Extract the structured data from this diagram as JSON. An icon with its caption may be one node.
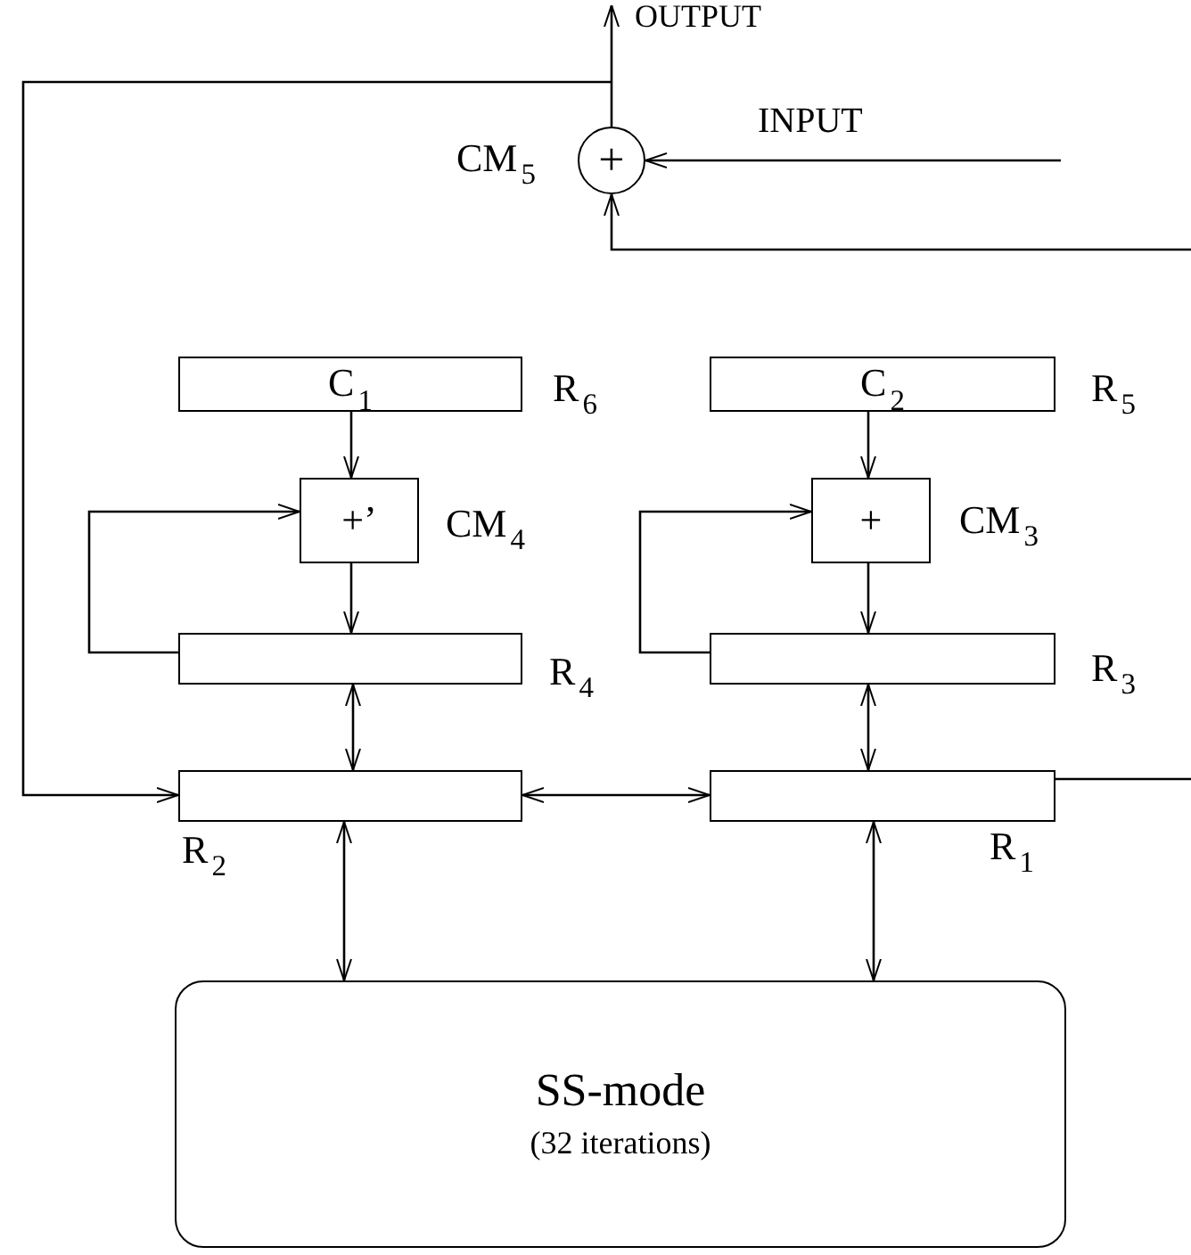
{
  "diagram": {
    "nodes": [
      {
        "text": [
          "OUTPUT"
        ]
      },
      {
        "text": [
          "+"
        ],
        "beside": [
          "CM$_{5}$"
        ]
      },
      {
        "text": [
          "C$_{1}$"
        ],
        "beside": [
          "R$_{6}$"
        ]
      },
      {
        "text": [
          "C$_{2}$"
        ],
        "beside": [
          "R$_{5}$"
        ]
      },
      {
        "text": [
          "+’"
        ],
        "beside": [
          "CM$_{4}$"
        ]
      },
      {
        "text": [
          "+"
        ],
        "beside": [
          "CM$_{3}$"
        ]
      },
      {
        "text": [],
        "shape": "box",
        "beside": [
          "R$_{4}$"
        ]
      },
      {
        "text": [],
        "shape": "box",
        "beside": [
          "R$_{3}$"
        ]
      },
      {
        "text": [],
        "shape": "box",
        "beside": [
          "R$_{2}$"
        ]
      },
      {
        "text": [],
        "shape": "box",
        "beside": [
          "R$_{1}$"
        ]
      },
      {
        "text": [
          "SS-mode",
          "(32 iterations)"
        ]
      }
    ],
    "edges": [
      {
        "from": 1,
        "to": 0,
        "arrow": "to"
      },
      {
        "from": null,
        "to": 1,
        "arrow": "to",
        "label": "INPUT"
      },
      {
        "from": null,
        "to": 1,
        "arrow": "to"
      },
      {
        "from": 1,
        "to": 8,
        "arrow": "to"
      },
      {
        "from": 2,
        "to": 4,
        "arrow": "to"
      },
      {
        "from": 3,
        "to": 5,
        "arrow": "to"
      },
      {
        "from": 4,
        "to": 6,
        "arrow": "to"
      },
      {
        "from": 5,
        "to": 7,
        "arrow": "to"
      },
      {
        "from": 6,
        "to": 4,
        "arrow": "to"
      },
      {
        "from": 7,
        "to": 5,
        "arrow": "to"
      },
      {
        "from": 6,
        "to": 8,
        "arrow": "both"
      },
      {
        "from": 7,
        "to": 9,
        "arrow": "both"
      },
      {
        "from": 8,
        "to": 9,
        "arrow": "both"
      },
      {
        "from": 9,
        "to": null,
        "arrow": "none"
      },
      {
        "from": 8,
        "to": 10,
        "arrow": "both"
      },
      {
        "from": 9,
        "to": 10,
        "arrow": "both"
      }
    ]
  }
}
